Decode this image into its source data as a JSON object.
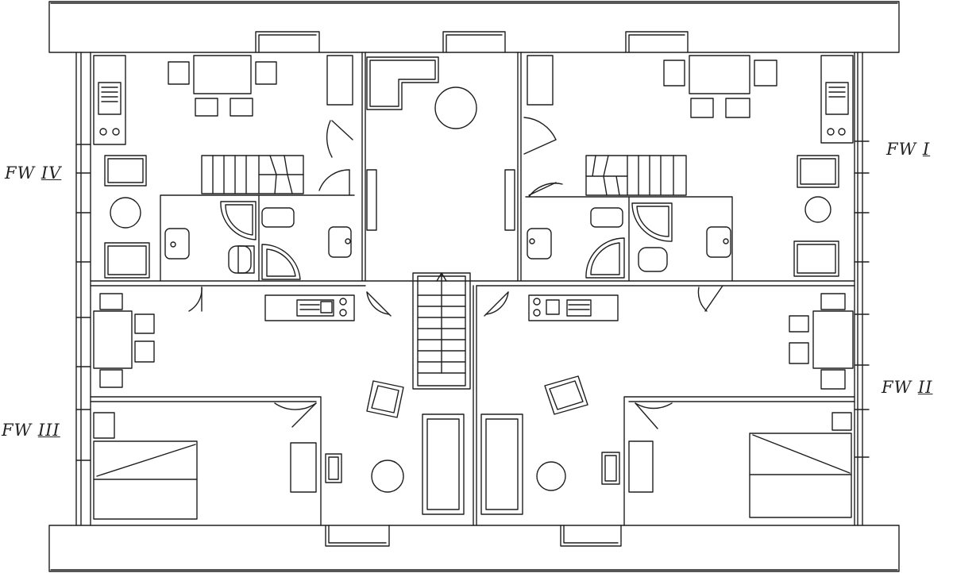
{
  "labels": {
    "fw1": {
      "prefix": "FW",
      "num": "I"
    },
    "fw2": {
      "prefix": "FW",
      "num": "II"
    },
    "fw3": {
      "prefix": "FW",
      "num": "III"
    },
    "fw4": {
      "prefix": "FW",
      "num": "IV"
    }
  },
  "colors": {
    "ink": "#1e1e1e",
    "paper": "#ffffff",
    "fill": "#ffffff"
  }
}
